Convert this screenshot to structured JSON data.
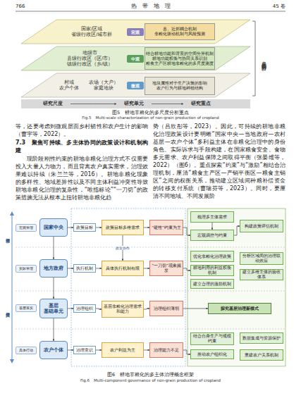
{
  "diagram": {
    "nodes": [
      {
        "text": [
          "国家/区域",
          "省级行政区/城市群"
        ]
      },
      {
        "text": [
          "宏观"
        ]
      },
      {
        "text": [
          "县、近郊耦合机制",
          "非粮化驱动机制与风险预测"
        ]
      },
      {
        "text": [
          "地级市",
          "县级行政区（区/市）",
          "镇级行政区（乡/镇）"
        ]
      },
      {
        "text": [
          "中观"
        ]
      },
      {
        "text": [
          "结合耕地功能和背景的空间分异机制",
          "耕地功能权衡与协同关系识别",
          "粮食主产区耕地非粮化的多尺度测度"
        ]
      },
      {
        "text": [
          "村域",
          "农场（大户）",
          "农户个体",
          "家庭地块"
        ]
      },
      {
        "text": [
          "微观"
        ]
      },
      {
        "text": [
          "地块属性对于生产决策的影响",
          "农户行为与耕地种植结构"
        ]
      },
      {
        "text": [
          "研究尺度"
        ]
      },
      {
        "text": [
          "研究单元"
        ]
      },
      {
        "text": [
          "研究重点"
        ]
      },
      {
        "text": [
          "多尺度的协同分析"
        ]
      },
      {
        "text": [
          "宏观管理"
        ]
      },
      {
        "text": [
          "国家中央"
        ]
      },
      {
        "text": [
          "实际管理"
        ]
      },
      {
        "text": [
          "地方政府"
        ]
      },
      {
        "text": [
          "基层落实"
        ]
      },
      {
        "text": [
          "基层",
          "基础单元"
        ]
      },
      {
        "text": [
          "具体行动"
        ]
      },
      {
        "text": [
          "农户个体"
        ]
      },
      {
        "text": [
          "政策目标"
        ]
      },
      {
        "text": [
          "政策目标多维需求"
        ]
      },
      {
        "text": [
          "“硬性”约束为主"
        ]
      },
      {
        "text": [
          "执行机制"
        ]
      },
      {
        "text": [
          "具体执行机制有限"
        ]
      },
      {
        "text": [
          "“一刀切”现象频发"
        ]
      },
      {
        "text": [
          "治理组织"
        ]
      },
      {
        "text": [
          "基层非粮化治理需求和能力"
        ]
      },
      {
        "text": [
          "治理组织薄弱"
        ]
      },
      {
        "text": [
          "治理意识"
        ]
      },
      {
        "text": [
          "农户利益为主"
        ]
      },
      {
        "text": [
          "治理能力不足"
        ]
      },
      {
        "text": [
          "梳理多主体需求"
        ]
      },
      {
        "text": [
          "宏观调控与约束"
        ]
      },
      {
        "text": [
          "构建政策评估机制"
        ]
      },
      {
        "text": [
          "优化非粮化治理政策"
        ]
      },
      {
        "text": [
          "耕地利用的利益权衡机制"
        ]
      },
      {
        "text": [
          "分析区域间的治理联动效应"
        ]
      },
      {
        "text": [
          "建立多维主体的验收体系"
        ]
      },
      {
        "text": [
          "建立合理的激励机制"
        ]
      },
      {
        "text": [
          "探究基层治理新模式"
        ]
      },
      {
        "text": [
          "结合自身生产与规模约束"
        ]
      },
      {
        "text": [
          "推动农户组织化"
        ]
      },
      {
        "text": [
          "数据集成与资源保护"
        ]
      },
      {
        "text": [
          "重建农户关系机制"
        ]
      }
    ],
    "edges": [
      {
        "from": 9,
        "to": 10,
        "arrow": "to"
      },
      {
        "from": 10,
        "to": 11,
        "arrow": "to"
      },
      {
        "from": 14,
        "to": 16,
        "arrow": "to"
      },
      {
        "from": 16,
        "to": 18,
        "arrow": "to"
      },
      {
        "from": 18,
        "to": 20,
        "arrow": "to"
      },
      {
        "from": 14,
        "to": 21,
        "arrow": "to"
      },
      {
        "from": 16,
        "to": 24,
        "arrow": "to"
      },
      {
        "from": 18,
        "to": 27,
        "arrow": "to"
      },
      {
        "from": 20,
        "to": 30,
        "arrow": "to"
      },
      {
        "from": 21,
        "to": 22,
        "arrow": "to"
      },
      {
        "from": 22,
        "to": 23,
        "arrow": "to"
      },
      {
        "from": 24,
        "to": 25,
        "arrow": "to"
      },
      {
        "from": 25,
        "to": 26,
        "arrow": "to"
      },
      {
        "from": 27,
        "to": 28,
        "arrow": "to"
      },
      {
        "from": 28,
        "to": 29,
        "arrow": "to"
      },
      {
        "from": 30,
        "to": 31,
        "arrow": "to"
      },
      {
        "from": 31,
        "to": 32,
        "arrow": "to"
      },
      {
        "from": 22,
        "to": 25,
        "label": "政策协作",
        "arrow": "to"
      },
      {
        "from": 23,
        "to": 34,
        "arrow": "to"
      },
      {
        "from": 26,
        "to": 37,
        "arrow": "to"
      },
      {
        "from": 29,
        "to": 41,
        "arrow": "to"
      },
      {
        "from": 32,
        "to": 43,
        "arrow": "to"
      },
      {
        "from": 33,
        "to": 34,
        "arrow": "to"
      },
      {
        "from": 34,
        "to": 35,
        "arrow": "to"
      }
    ],
    "labels": [
      "766",
      "热　带　地　理",
      "45 卷",
      "图5　耕地非粮化的多尺度分析重点",
      "Fig.5　Multi-scale characterization of non-grain production of cropland",
      "等，还要考虑到微观层面乡村韧性和农户生计的影响（曹宇等，2022）。",
      "7.3　聚焦可持续、多主体协同的政策设计和机制构建",
      "现阶段刚性约束的耕地非粮化治理方式不仅需要投入大量人力物力，而且背离农户真实需求，治理效果难以持续（朱兰兰等，2016）。耕地非粮化现象的多样性、地域差异性以及不同主体利益冲突性导致耕地非粮化治理的复杂性，“唯指标论”“一刀切”的政策措施无法从根本上扭转耕地非粮化趋",
      "势（吕欣彤等，2023）。因此，可持续的耕地非粮化治理政策设计要明晰“国家中央—当地政府—农村基层—农户个体”多利益主体在非粮化治理中的身份角色、实际诉求与手段构建，在国家粮食安全、食物多元需求、农户利益保障之间取得平衡（张晏维等，2022）（图6）。重点探索“约束”与“激励”相结合治理机制，厘清“粮食主产区—产销平衡区—粮食主销区”之间的权衡关系，推动建立区域间种粮补偿资金的转移支付系统（曹瑞芬等，2023）。同时，要厘清不同地域、不同发展阶",
      "调节作用",
      "反馈作用",
      "图6　耕地非粮化的多主体治理概念框架",
      "Fig.6　Multi-component governance of non-grain production of cropland"
    ]
  }
}
